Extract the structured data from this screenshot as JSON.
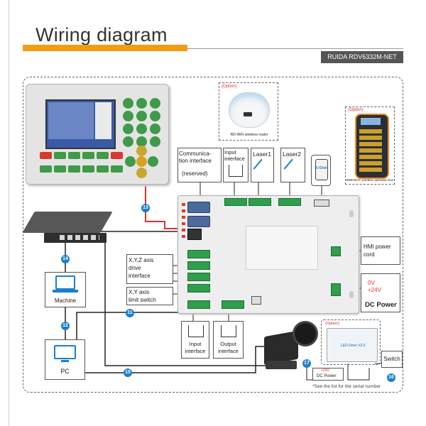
{
  "title": "Wiring diagram",
  "model": "RUIDA RDV6332M-NET",
  "labels": {
    "comm_interface": "Communica-\ntion interface",
    "comm_reserved": "(reserved)",
    "input_interface_top": "Input\ninterface",
    "laser1": "Laser1",
    "laser2": "Laser2",
    "u_disk": "U Disk",
    "router_option": "(Option)",
    "router_caption": "RD-WiFi wireless router",
    "handbox_option": "(Option)",
    "handbox_caption": "BWK301T wireless operation box",
    "xyz_drive": "X,Y,Z axis\ndrive\ninterface",
    "xy_limit": "X,Y axis\nlimit switch",
    "hmi_power": "HMI power\ncord",
    "dc_0v": "0V",
    "dc_24v": "+24V",
    "dc_power": "DC Power",
    "machine": "Machine",
    "pc": "PC",
    "input_interface_bottom": "Input\ninterface",
    "output_interface": "Output\ninterface",
    "switch": "Switch",
    "led_option": "(Option)",
    "led_driver": "LED Drive V2.0",
    "dc_power_small": "DC Power",
    "dc_24v_small": "+24V",
    "footnote": "*See the list for the serial number"
  },
  "badges": [
    "13",
    "14",
    "11",
    "12",
    "15",
    "17",
    "16"
  ],
  "colors": {
    "accent_orange": "#f39c12",
    "badge_blue": "#1a7fd0",
    "red": "#e03030",
    "green": "#2f9e4d"
  }
}
